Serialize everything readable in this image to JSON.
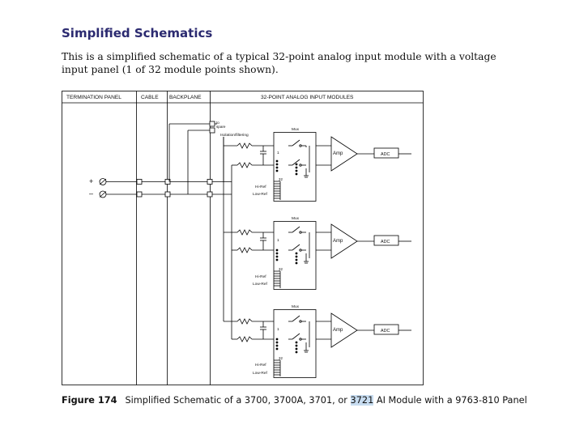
{
  "heading": "Simplified Schematics",
  "intro": "This is a simplified schematic of a typical 32-point analog input module with a voltage input panel (1 of 32 module points shown).",
  "diagram": {
    "columns": {
      "termination": "TERMINATION PANEL",
      "cable": "CABLE",
      "backplane": "BACKPLANE",
      "modules": "32-POINT ANALOG INPUT MODULES"
    },
    "to_spare_1": "to",
    "to_spare_2": "spare",
    "isolation_filtering": "Isolation/filtering",
    "plus": "+",
    "minus": "–",
    "mux": "Mux",
    "amp": "Amp",
    "adc": "ADC",
    "one": "1",
    "thirty_two": "32",
    "hi_ref": "Hi-Ref",
    "low_ref": "Low-Ref"
  },
  "caption": {
    "figure_label": "Figure 174",
    "text_before": "Simplified Schematic of a 3700, 3700A, 3701, or ",
    "highlight": "3721",
    "text_after": " AI Module with a 9763-810 Panel"
  }
}
